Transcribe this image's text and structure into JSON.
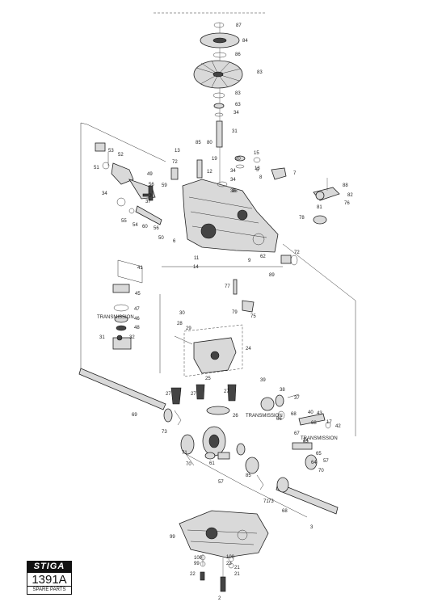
{
  "logo": {
    "brand": "STIGA",
    "code": "1391A",
    "subtitle": "SPARE PARTS"
  },
  "part_labels": [
    "87",
    "84",
    "86",
    "83",
    "83",
    "63",
    "34",
    "31",
    "13",
    "85",
    "80",
    "20",
    "19",
    "15",
    "18",
    "12",
    "34",
    "5",
    "8",
    "34",
    "35",
    "36",
    "7",
    "56",
    "53",
    "52",
    "51",
    "49",
    "72",
    "34",
    "59",
    "37",
    "55",
    "54",
    "60",
    "56",
    "50",
    "6",
    "88",
    "82",
    "76",
    "81",
    "78",
    "11",
    "14",
    "62",
    "9",
    "72",
    "89",
    "41",
    "45",
    "47",
    "46",
    "48",
    "77",
    "79",
    "75",
    "32",
    "31",
    "30",
    "28",
    "29",
    "24",
    "25",
    "27",
    "27",
    "27",
    "26",
    "69",
    "73",
    "39",
    "38",
    "37",
    "66",
    "68",
    "68",
    "17",
    "40",
    "43",
    "42",
    "74",
    "57",
    "71",
    "61",
    "57",
    "85",
    "67",
    "63",
    "64",
    "65",
    "70",
    "71",
    "70",
    "73",
    "68",
    "3",
    "99",
    "100",
    "99",
    "100",
    "23",
    "22",
    "21",
    "21",
    "2"
  ]
}
